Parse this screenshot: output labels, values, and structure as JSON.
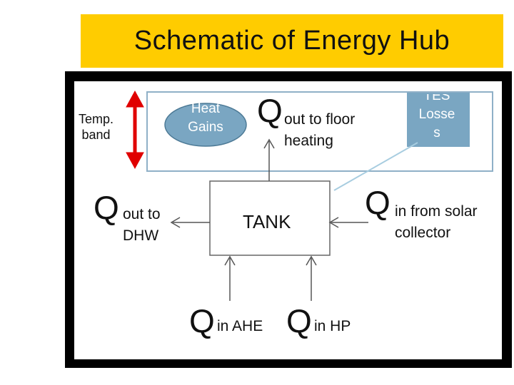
{
  "title": "Schematic of Energy Hub",
  "temp_band": {
    "line1": "Temp.",
    "line2": "band"
  },
  "heat_gains": {
    "line1": "Heat",
    "line2": "Gains"
  },
  "tes_losses": {
    "line1": "TES",
    "line2": "Losse",
    "line3": "s"
  },
  "tank": "TANK",
  "flows": {
    "q_symbol": "Q",
    "out_floor_line1": "out to floor",
    "out_floor_line2": "heating",
    "out_dhw_line1": "out to",
    "out_dhw_line2": "DHW",
    "in_solar_line1": "in from solar",
    "in_solar_line2": "collector",
    "in_ahe": "in AHE",
    "in_hp": "in HP"
  },
  "colors": {
    "banner": "#ffcc00",
    "frame": "#000000",
    "ellipse_fill": "#7aa6c2",
    "temp_arrow": "#e00000",
    "panel_border": "#8fb0c7",
    "callout_line": "#a8cde0",
    "arrow": "#555555"
  }
}
